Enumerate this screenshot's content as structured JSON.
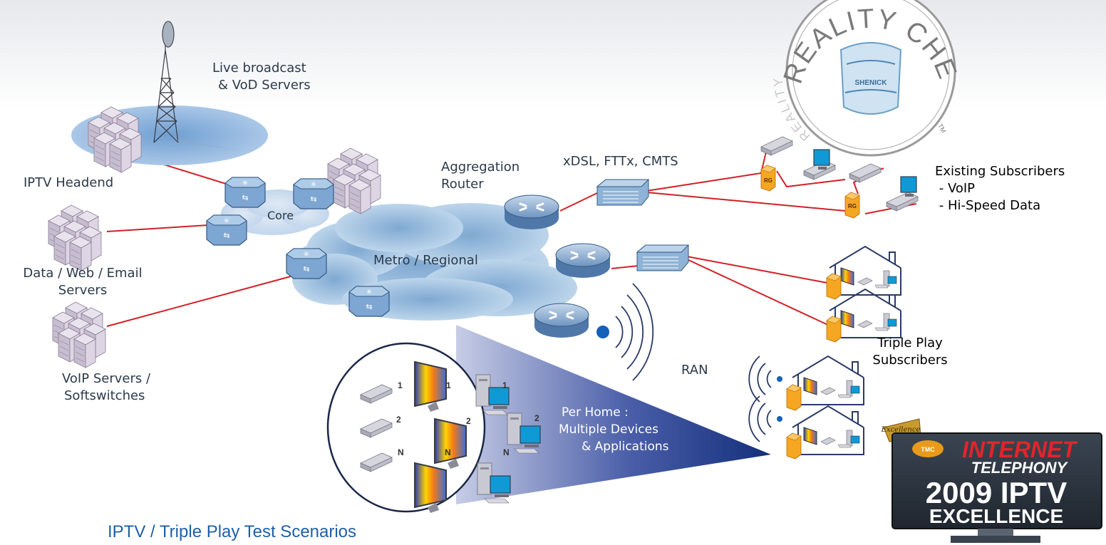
{
  "title": "IPTV / Triple Play Test Scenarios",
  "labels": {
    "live_broadcast_line1": "Live broadcast",
    "live_broadcast_line2": "& VoD Servers",
    "iptv_headend": "IPTV Headend",
    "core": "Core",
    "data_servers_line1": "Data / Web / Email",
    "data_servers_line2": "Servers",
    "voip_servers_line1": "VoIP Servers /",
    "voip_servers_line2": "Softswitches",
    "metro_regional": "Metro / Regional",
    "aggregation_line1": "Aggregation",
    "aggregation_line2": "Router",
    "access": "xDSL, FTTx, CMTS",
    "existing_subscribers": "Existing Subscribers",
    "voip": " - VoIP",
    "hi_speed": " - Hi-Speed Data",
    "triple_play_line1": "Triple Play",
    "triple_play_line2": "Subscribers",
    "ran": "RAN",
    "per_home_line1": "Per Home :",
    "per_home_line2": "Multiple Devices",
    "per_home_line3": "& Applications",
    "rg": "RG"
  },
  "device_index": {
    "one": "1",
    "two": "2",
    "n": "N"
  },
  "badge": {
    "top_arc": "REALITY CHECKED",
    "left_arc": "REALITY",
    "brand": "SHENICK",
    "tm": "TM"
  },
  "award": {
    "excellence": "Excellence",
    "internet": "INTERNET",
    "telephony": "TELEPHONY",
    "year_line": "2009 IPTV",
    "excellence_line": "EXCELLENCE",
    "tmc": "TMC"
  },
  "colors": {
    "link": "#d32027",
    "cloud": "#b7d3ea",
    "router": "#8fb3d6",
    "caption": "#1f5fa8",
    "wedge": "#1d3f8a",
    "rg_box": "#f5a623"
  }
}
